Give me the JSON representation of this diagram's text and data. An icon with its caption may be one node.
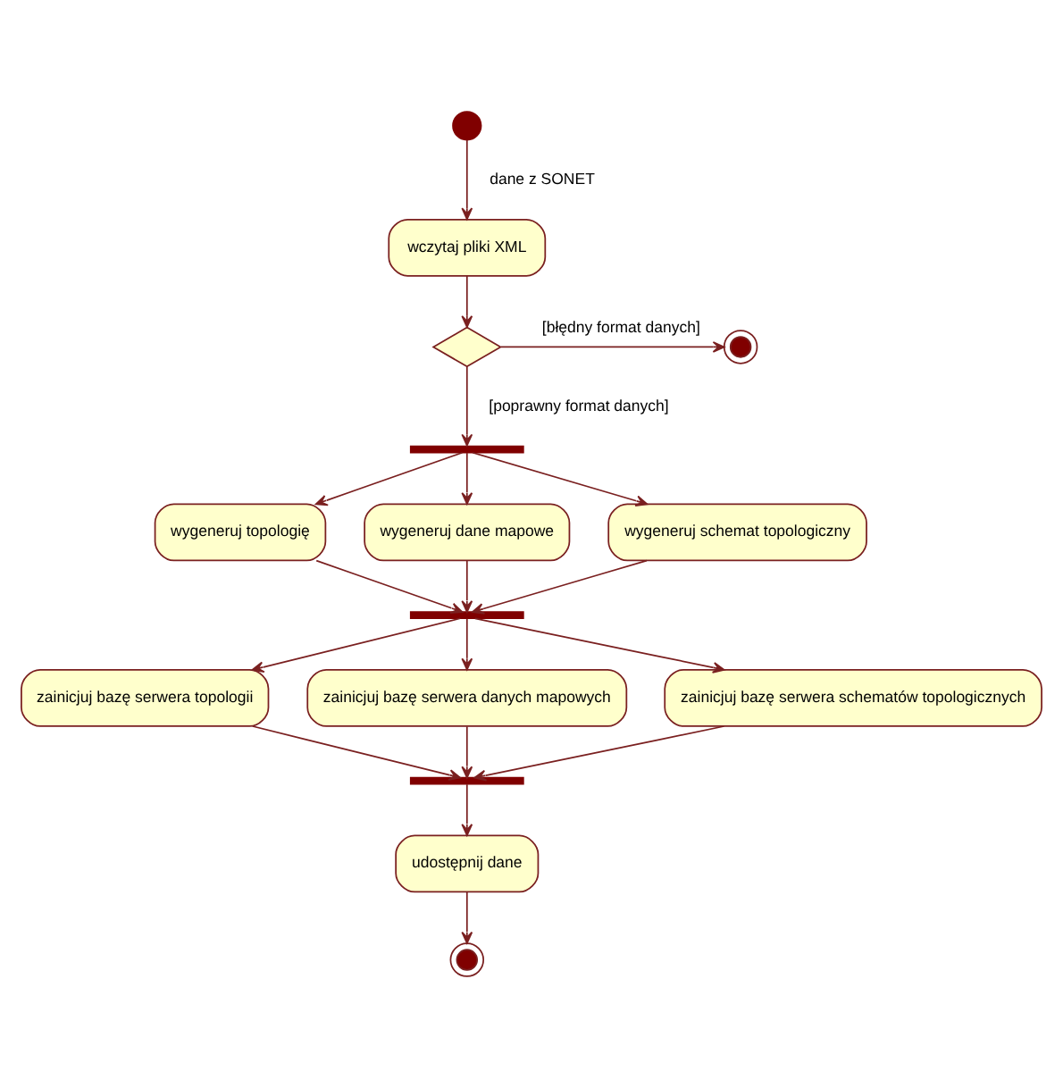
{
  "diagram": {
    "nodes": [
      {
        "text": [],
        "shape": "circle"
      },
      {
        "text": [
          "wczytaj pliki XML"
        ]
      },
      {
        "text": [],
        "shape": "diamond"
      },
      {
        "text": [],
        "shape": "bullseye"
      },
      {
        "text": [],
        "shape": "bar"
      },
      {
        "text": [
          "wygeneruj topologię"
        ]
      },
      {
        "text": [
          "wygeneruj dane mapowe"
        ]
      },
      {
        "text": [
          "wygeneruj schemat topologiczny"
        ]
      },
      {
        "text": [],
        "shape": "bar"
      },
      {
        "text": [
          "zainicjuj bazę serwera topologii"
        ]
      },
      {
        "text": [
          "zainicjuj bazę serwera danych mapowych"
        ]
      },
      {
        "text": [
          "zainicjuj bazę serwera schematów topologicznych"
        ]
      },
      {
        "text": [],
        "shape": "bar"
      },
      {
        "text": [
          "udostępnij dane"
        ]
      },
      {
        "text": [],
        "shape": "bullseye"
      }
    ],
    "edges": [
      {
        "from": 0,
        "to": 1,
        "arrow": "to",
        "label": "dane z SONET"
      },
      {
        "from": 1,
        "to": 2,
        "arrow": "to"
      },
      {
        "from": 2,
        "to": 3,
        "arrow": "to",
        "label": "[błędny format danych]"
      },
      {
        "from": 2,
        "to": 4,
        "arrow": "to",
        "label": "[poprawny format danych]"
      },
      {
        "from": 4,
        "to": 5,
        "arrow": "to"
      },
      {
        "from": 4,
        "to": 6,
        "arrow": "to"
      },
      {
        "from": 4,
        "to": 7,
        "arrow": "to"
      },
      {
        "from": 5,
        "to": 8,
        "arrow": "to"
      },
      {
        "from": 6,
        "to": 8,
        "arrow": "to"
      },
      {
        "from": 7,
        "to": 8,
        "arrow": "to"
      },
      {
        "from": 8,
        "to": 9,
        "arrow": "to"
      },
      {
        "from": 8,
        "to": 10,
        "arrow": "to"
      },
      {
        "from": 8,
        "to": 11,
        "arrow": "to"
      },
      {
        "from": 9,
        "to": 12,
        "arrow": "to"
      },
      {
        "from": 10,
        "to": 12,
        "arrow": "to"
      },
      {
        "from": 11,
        "to": 12,
        "arrow": "to"
      },
      {
        "from": 12,
        "to": 13,
        "arrow": "to"
      },
      {
        "from": 13,
        "to": 14,
        "arrow": "to"
      }
    ]
  }
}
